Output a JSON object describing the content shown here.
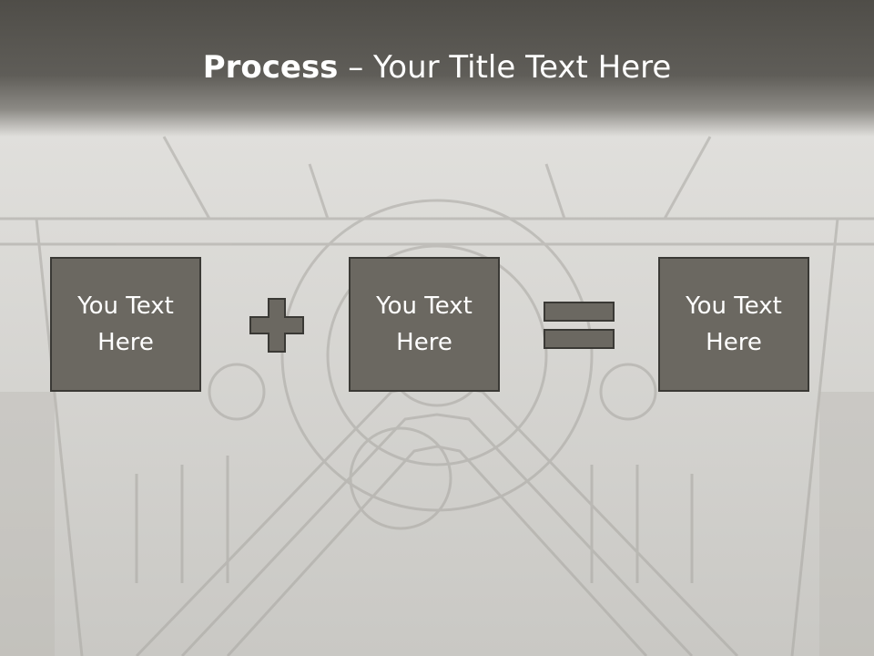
{
  "slide": {
    "title_bold": "Process",
    "title_rest": " – Your Title Text Here",
    "boxes": [
      {
        "text": "You Text\nHere"
      },
      {
        "text": "You Text\nHere"
      },
      {
        "text": "You Text\nHere"
      }
    ],
    "operators": [
      "plus-icon",
      "equals-icon"
    ],
    "colors": {
      "title_bar": "#55534e",
      "box_fill": "#6b6861",
      "box_border": "#3a3935",
      "background": "#d6d5d2"
    }
  }
}
